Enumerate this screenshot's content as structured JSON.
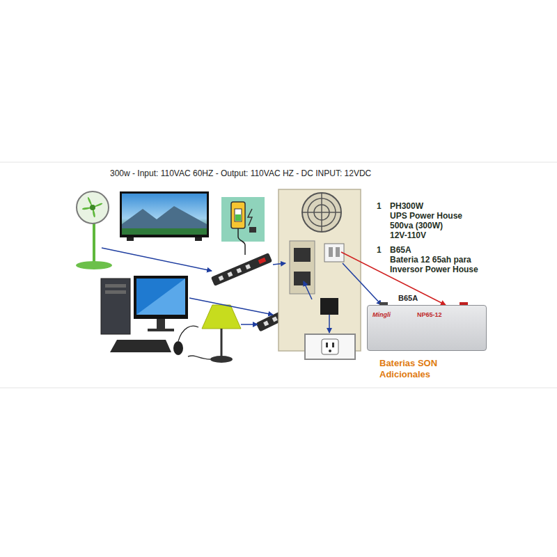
{
  "diagram": {
    "title": "300w - Input: 110VAC 60HZ - Output: 110VAC HZ - DC INPUT: 12VDC",
    "nodes": [
      {
        "text": [
          "B65A",
          "Mingli",
          "NP65-12"
        ]
      }
    ],
    "labels": [
      "1",
      "PH300W",
      "UPS Power House",
      "500va (300W)",
      "12V-110V",
      "1",
      "B65A",
      "Bateria 12 65ah para",
      "Inversor Power House",
      "Baterias SON Adicionales"
    ]
  }
}
